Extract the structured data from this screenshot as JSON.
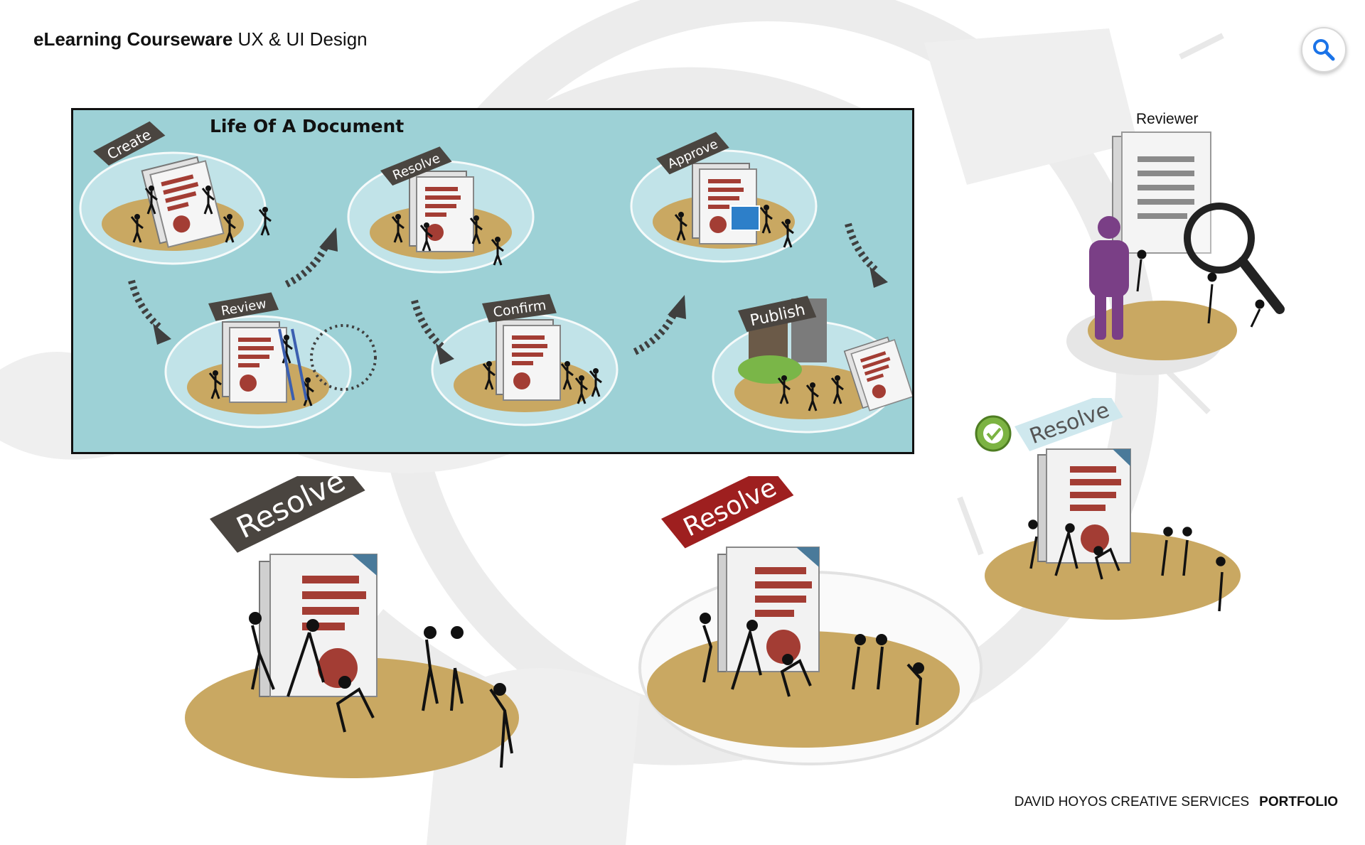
{
  "header": {
    "title_bold": "eLearning Courseware",
    "title_rest": "UX & UI Design"
  },
  "search": {
    "icon": "magnifier",
    "accent": "#1a73e8"
  },
  "diagram": {
    "title": "Life Of A Document",
    "stages": [
      "Create",
      "Review",
      "Resolve",
      "Confirm",
      "Approve",
      "Publish"
    ]
  },
  "variants": {
    "resolve_dark": "Resolve",
    "resolve_red": "Resolve",
    "resolve_checked": "Resolve"
  },
  "reviewer": {
    "label": "Reviewer"
  },
  "footer": {
    "company": "DAVID HOYOS CREATIVE SERVICES",
    "portfolio": "PORTFOLIO"
  },
  "colors": {
    "panel_bg": "#9dd1d6",
    "island": "#c9a862",
    "ribbon_dark": "#4a4540",
    "ribbon_red": "#9e1f1f",
    "doc_lines": "#a33d34",
    "reviewer_figure": "#7a3f86",
    "check_green": "#7cb342"
  }
}
